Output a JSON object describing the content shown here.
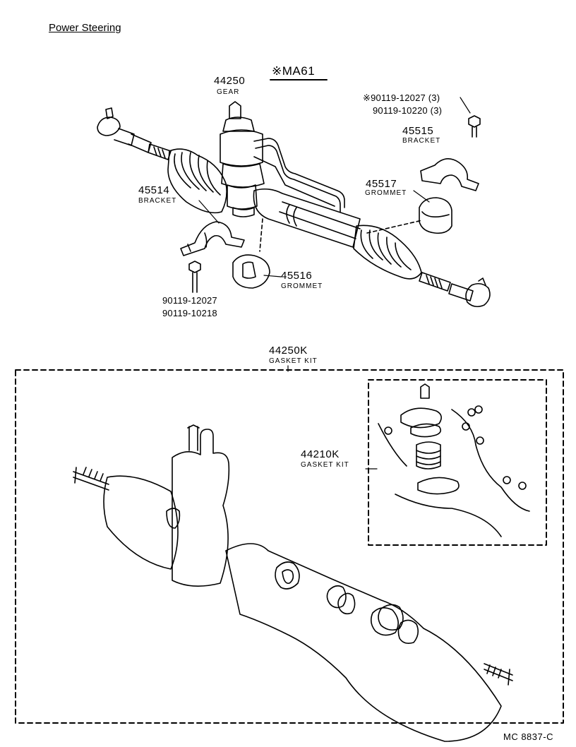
{
  "title": "Power Steering",
  "model_tag": "※MA61",
  "drawing_code": "MC  8837-C",
  "parts": {
    "gear": {
      "number": "44250",
      "name": "GEAR"
    },
    "bracket_r": {
      "number": "45515",
      "name": "BRACKET"
    },
    "grommet_r": {
      "number": "45517",
      "name": "GROMMET"
    },
    "bracket_l": {
      "number": "45514",
      "name": "BRACKET"
    },
    "grommet_l": {
      "number": "45516",
      "name": "GROMMET"
    },
    "bolts_r": {
      "line1": "※90119-12027 (3)",
      "line2": "90119-10220 (3)"
    },
    "bolts_l": {
      "line1": "90119-12027",
      "line2": "90119-10218"
    },
    "gasket_kit": {
      "number": "44250K",
      "name": "GASKET KIT"
    },
    "gasket_kit_sub": {
      "number": "44210K",
      "name": "GASKET KIT"
    }
  }
}
